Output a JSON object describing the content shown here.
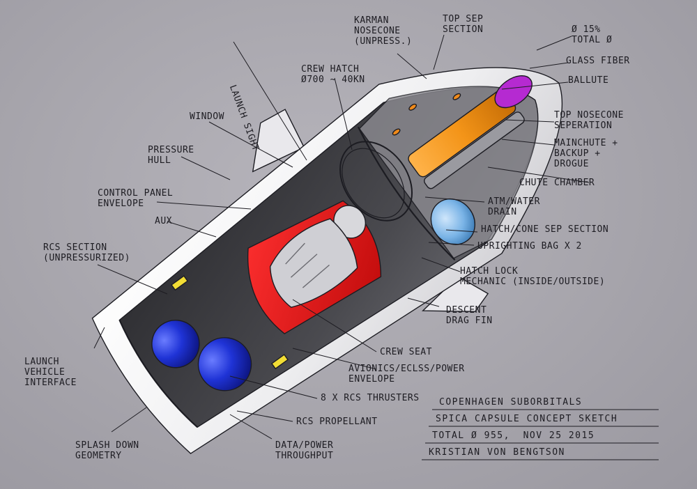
{
  "labels": {
    "karman": "Karman\nnosecone\n(unpress.)",
    "top_sep": "Top sep\nsection",
    "diameter": "Ø 15%\ntotal Ø",
    "glass_fiber": "Glass fiber",
    "ballute": "Ballute",
    "crew_hatch": "Crew hatch\nØ700 ~ 40kn",
    "launch_sight": "Launch sight",
    "window": "Window",
    "top_nosecone_sep": "Top nosecone\nseperation",
    "mainchute": "Mainchute +\nbackup +\ndrogue",
    "pressure_hull": "Pressure\nhull",
    "chute_chamber": "Chute chamber",
    "control_panel": "Control panel\nenvelope",
    "atm_water": "ATM/water\ndrain",
    "aux": "AUX",
    "hatch_cone_sep": "Hatch/cone sep section",
    "rcs_section": "RCS section\n(unpressurized)",
    "uprighting_bag": "Uprighting bag x 2",
    "hatch_lock": "Hatch lock\nmechanic (inside/outside)",
    "descent_fin": "Descent\ndrag fin",
    "crew_seat": "Crew seat",
    "avionics": "Avionics/ECLSS/power\nenvelope",
    "launch_vehicle": "Launch\nvehicle\ninterface",
    "thrusters": "8 x RCS thrusters",
    "rcs_propellant": "RCS propellant",
    "splash_down": "Splash down\ngeometry",
    "data_power": "Data/power\nthroughput"
  },
  "title_block": {
    "line1": "Copenhagen Suborbitals",
    "line2": "Spica capsule concept sketch",
    "line3": "Total Ø 955,  Nov 25 2015",
    "line4": "Kristian von Bengtson"
  }
}
